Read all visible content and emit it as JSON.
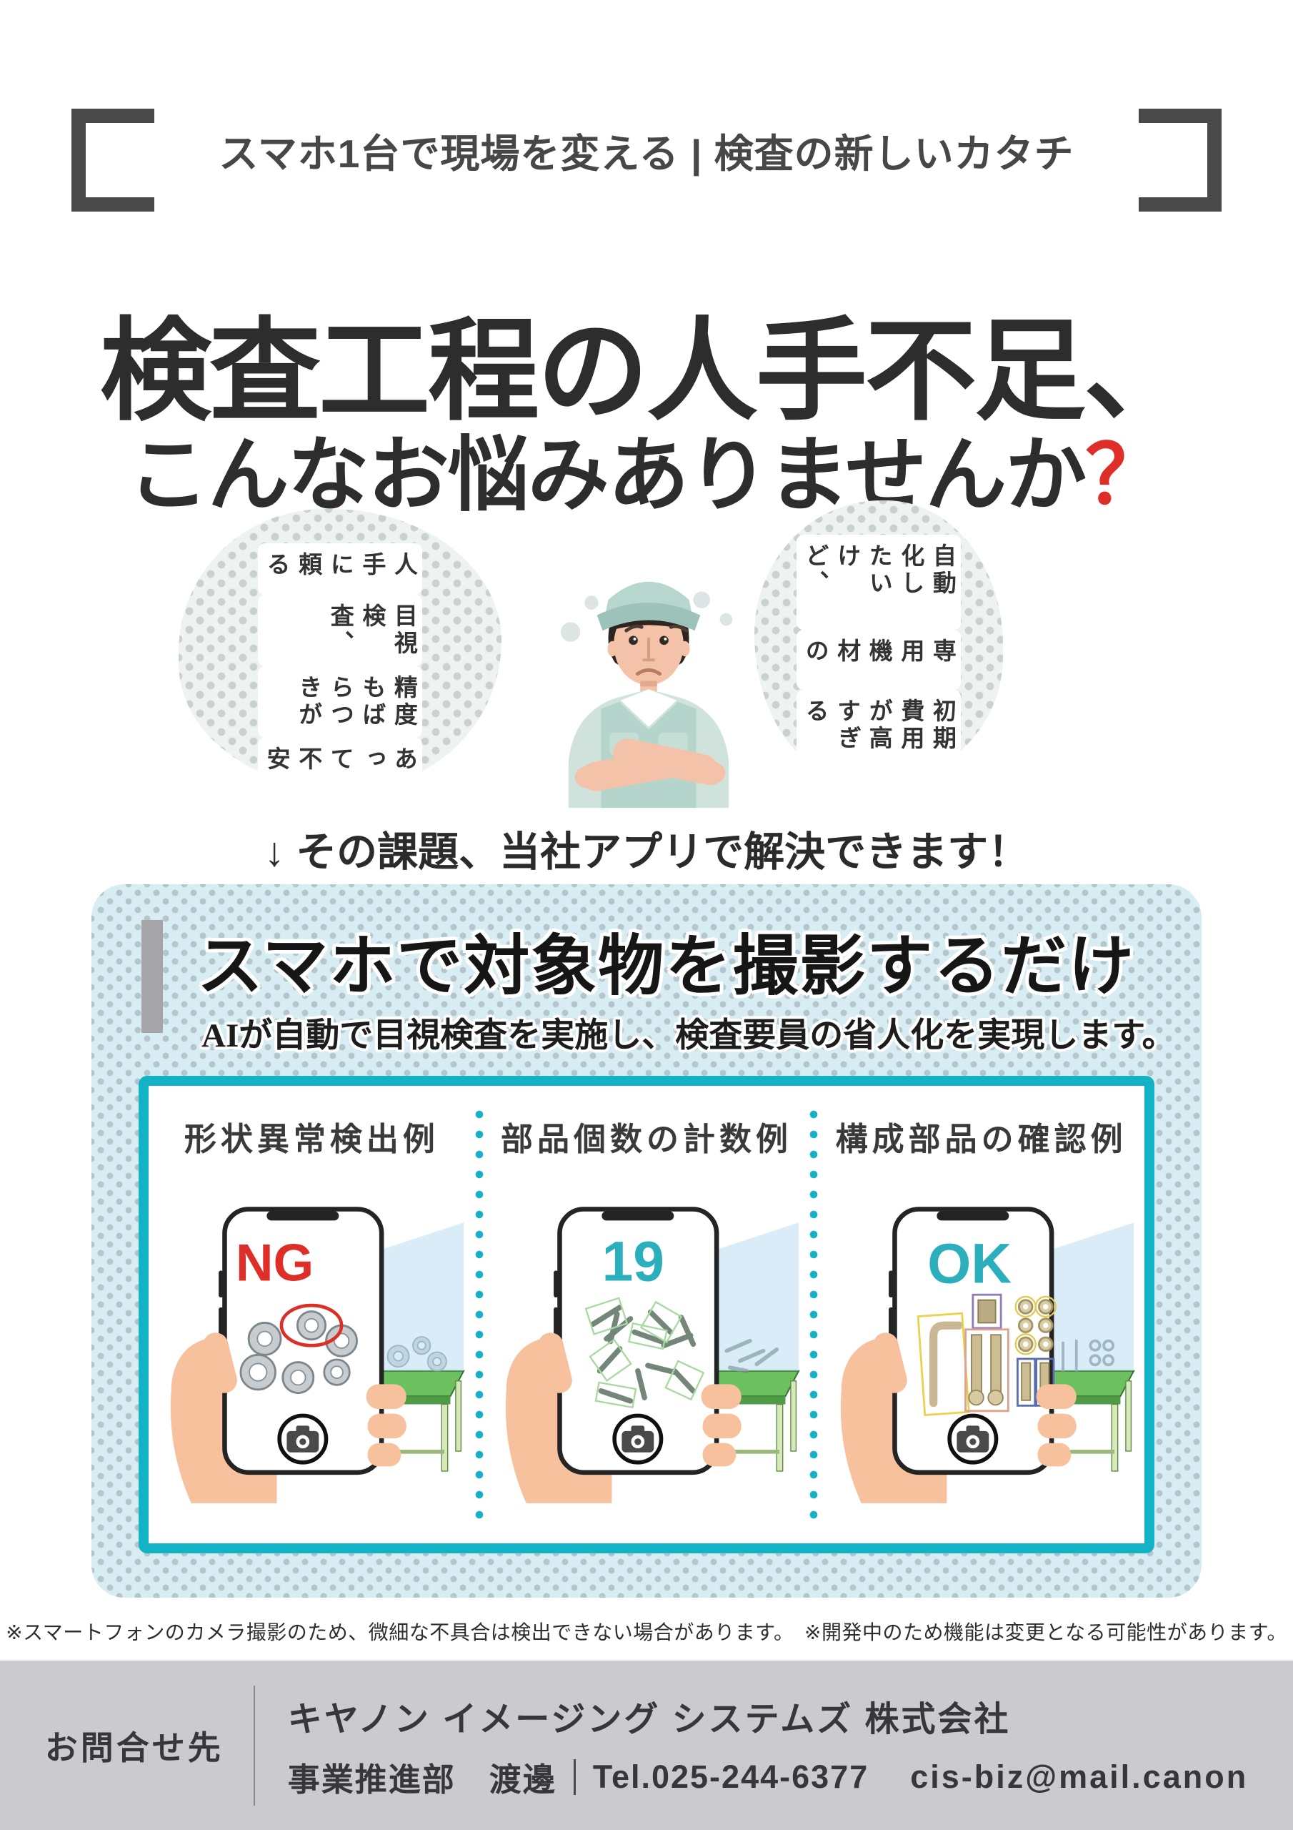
{
  "header": {
    "tagline": "スマホ1台で現場を変える | 検査の新しいカタチ"
  },
  "headline": {
    "line1": "検査工程の人手不足、",
    "line2": "こんなお悩みありませんか",
    "question_mark": "？",
    "question_color": "#dd2f27"
  },
  "bubbles": {
    "left": {
      "lines": [
        "人手に頼る",
        "目視検査、",
        "精度もばらつきが",
        "あって不安"
      ]
    },
    "right": {
      "lines": [
        "自動化したいけど、",
        "専用機材の",
        "初期費用が高すぎる"
      ]
    }
  },
  "solution": {
    "lead": "↓ その課題、当社アプリで解決できます！",
    "title": "スマホで対象物を撮影するだけ",
    "subtitle": "AIが自動で目視検査を実施し、検査要員の省人化を実現します。",
    "examples": [
      {
        "title": "形状異常検出例",
        "result": "NG",
        "result_color": "#dd2f27"
      },
      {
        "title": "部品個数の計数例",
        "result": "19",
        "result_color": "#2bafbd"
      },
      {
        "title": "構成部品の確認例",
        "result": "OK",
        "result_color": "#2bafbd"
      }
    ],
    "disclaimer": "※スマートフォンのカメラ撮影のため、微細な不具合は検出できない場合があります。　※開発中のため機能は変更となる可能性があります。"
  },
  "footer": {
    "label": "お問合せ先",
    "company": "キヤノン イメージング システムズ 株式会社",
    "department": "事業推進部　渡邊",
    "tel": "Tel.025-244-6377",
    "email": "cis-biz@mail.canon"
  },
  "colors": {
    "accent_cyan": "#14b2c7",
    "alert_red": "#dd2f27",
    "result_teal": "#2bafbd",
    "box_blue": "#d8ecf4",
    "footer_gray": "#cbcbcf"
  }
}
